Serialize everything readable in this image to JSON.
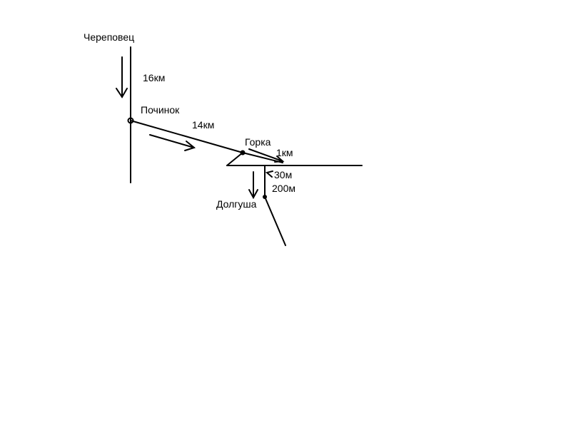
{
  "places": {
    "cherepovets": "Череповец",
    "pochinok": "Починок",
    "gorka": "Горка",
    "dolgusha": "Долгуша"
  },
  "distances": {
    "cherepovets_pochinok": "16км",
    "pochinok_gorka": "14км",
    "gorka_turn": "1км",
    "turn_side": "30м",
    "to_dolgusha": "200м"
  },
  "colors": {
    "ink": "#000000",
    "background": "#ffffff"
  }
}
